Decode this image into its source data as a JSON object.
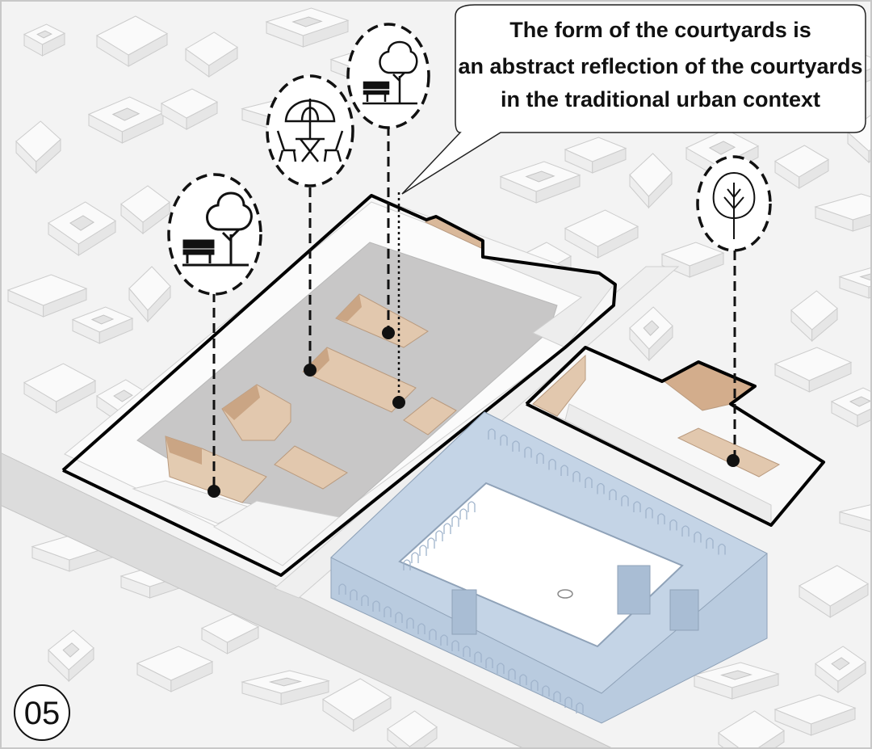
{
  "callout": {
    "lines": [
      "The form of the courtyards is",
      "an abstract reflection of the courtyards",
      "in the traditional urban context"
    ]
  },
  "step_number": "05",
  "icons": [
    {
      "name": "bench-and-tree-icon"
    },
    {
      "name": "umbrella-table-icon"
    },
    {
      "name": "bench-and-tree-icon"
    },
    {
      "name": "tree-icon"
    }
  ],
  "colors": {
    "background": "#f3f3f3",
    "building_fill": "#fbfbfb",
    "building_line": "#cfcfcf",
    "courtyard_floor": "#c9c8c8",
    "courtyard_cut": "#e3cbb1",
    "courtyard_shade": "#c9a98a",
    "historic_building": "#b9cbdf",
    "historic_building_dark": "#9fb3cb",
    "outline": "#000000"
  }
}
